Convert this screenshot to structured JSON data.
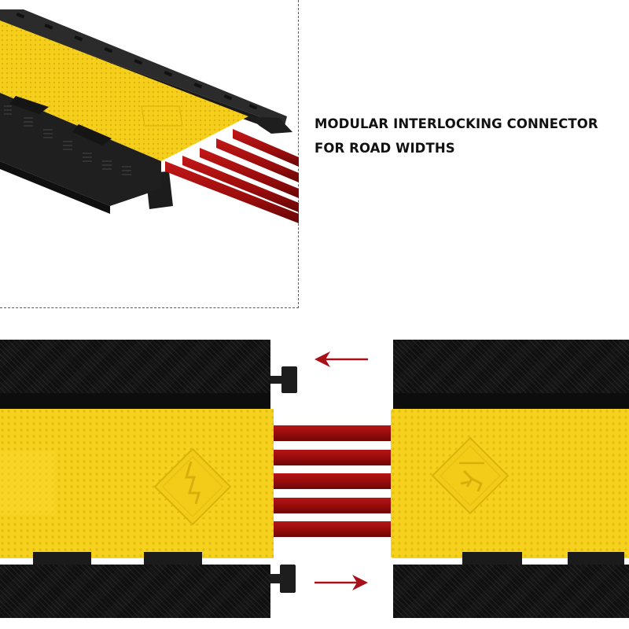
{
  "caption": {
    "line1": "MODULAR INTERLOCKING CONNECTOR",
    "line2": "FOR ROAD WIDTHS"
  },
  "product": {
    "type": "5-channel cable protector ramp",
    "colors": {
      "cover": "#f6d21f",
      "ramp": "#161616",
      "cables": "#a10f0f",
      "arrows": "#a8101a",
      "dashed_border": "#5a5a5a"
    },
    "cable_count": 5,
    "icons": {
      "left_section_sign": "electric-hazard-icon",
      "right_section_sign": "trip-hazard-icon"
    },
    "arrows": {
      "top": "arrow-left",
      "bottom": "arrow-right"
    }
  }
}
